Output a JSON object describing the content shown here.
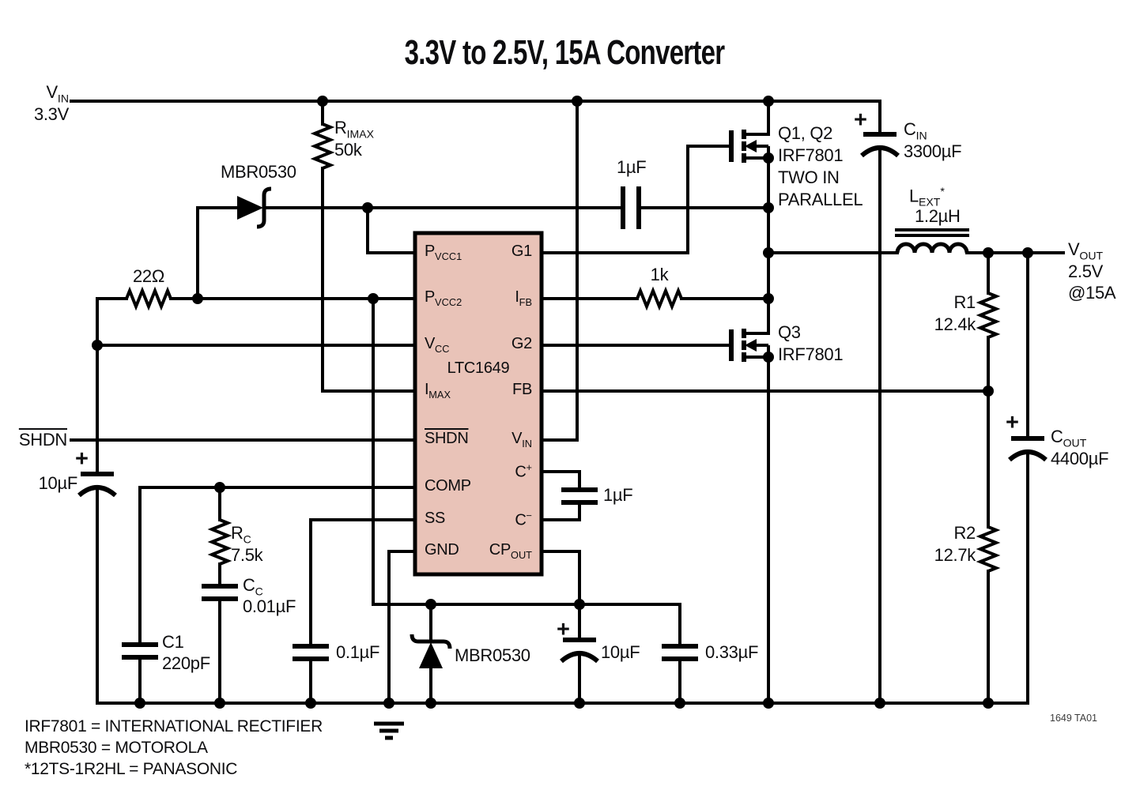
{
  "title": "3.3V to 2.5V, 15A Converter",
  "ic": {
    "name": "LTC1649",
    "pins_left": [
      {
        "main": "P",
        "sub": "VCC1"
      },
      {
        "main": "P",
        "sub": "VCC2"
      },
      {
        "main": "V",
        "sub": "CC"
      },
      {
        "main": "I",
        "sub": "MAX"
      },
      {
        "main": "SHDN"
      },
      {
        "main": "COMP"
      },
      {
        "main": "SS"
      },
      {
        "main": "GND"
      }
    ],
    "pins_right": [
      {
        "main": "G1"
      },
      {
        "main": "I",
        "sub": "FB"
      },
      {
        "main": "G2"
      },
      {
        "main": "FB"
      },
      {
        "main": "V",
        "sub": "IN"
      },
      {
        "main": "C",
        "sup": "+"
      },
      {
        "main": "C",
        "sup": "−"
      },
      {
        "main": "CP",
        "sub": "OUT"
      }
    ]
  },
  "labels": {
    "vin": {
      "main": "V",
      "sub": "IN",
      "value": "3.3V"
    },
    "shdn": "SHDN",
    "rimax": {
      "main": "R",
      "sub": "IMAX",
      "value": "50k"
    },
    "mbr_top": "MBR0530",
    "cap_boot": "1µF",
    "r22": "22Ω",
    "r1k": "1k",
    "q12": [
      "Q1, Q2",
      "IRF7801",
      "TWO IN",
      "PARALLEL"
    ],
    "q3": [
      "Q3",
      "IRF7801"
    ],
    "cin": {
      "plus": "+",
      "main": "C",
      "sub": "IN",
      "value": "3300µF"
    },
    "lext": {
      "main": "L",
      "sub": "EXT",
      "star": "*",
      "value": "1.2µH"
    },
    "vout": {
      "main": "V",
      "sub": "OUT",
      "value": "2.5V",
      "current": "@15A"
    },
    "r1": {
      "name": "R1",
      "value": "12.4k"
    },
    "r2": {
      "name": "R2",
      "value": "12.7k"
    },
    "cout": {
      "plus": "+",
      "main": "C",
      "sub": "OUT",
      "value": "4400µF"
    },
    "cap10_left": {
      "plus": "+",
      "value": "10µF"
    },
    "rc": {
      "main": "R",
      "sub": "C",
      "value": "7.5k"
    },
    "cc": {
      "main": "C",
      "sub": "C",
      "value": "0.01µF"
    },
    "c1": {
      "name": "C1",
      "value": "220pF"
    },
    "cap01": "0.1µF",
    "mbr_bottom": "MBR0530",
    "cap10_bottom": {
      "plus": "+",
      "value": "10µF"
    },
    "cap033": "0.33µF",
    "cap1uf_cp": "1µF",
    "notes": [
      "IRF7801 = INTERNATIONAL RECTIFIER",
      "MBR0530 = MOTOROLA",
      "*12TS-1R2HL = PANASONIC"
    ],
    "fig_id": "1649 TA01"
  },
  "colors": {
    "line": "#000000",
    "ic_fill": "#e9c3b8",
    "text": "#0d0d0f",
    "background": "#ffffff"
  }
}
